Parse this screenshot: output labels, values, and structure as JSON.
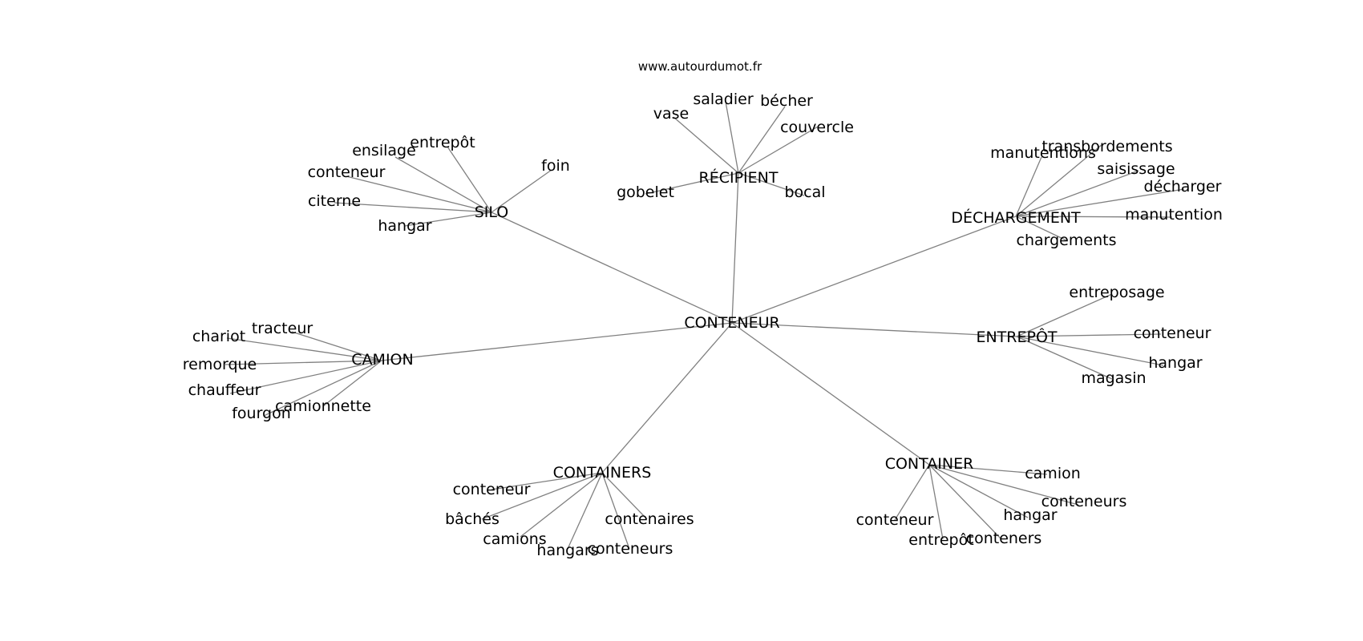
{
  "source": "www.autourdumot.fr",
  "colors": {
    "edge": "#808080",
    "text": "#000000",
    "background": "#ffffff"
  },
  "center": "CONTENEUR",
  "hubs": [
    {
      "id": "recipient",
      "label": "RÉCIPIENT",
      "leaves": [
        "vase",
        "saladier",
        "bécher",
        "couvercle",
        "gobelet",
        "bocal"
      ]
    },
    {
      "id": "silo",
      "label": "SILO",
      "leaves": [
        "ensilage",
        "entrepôt",
        "foin",
        "conteneur",
        "citerne",
        "hangar"
      ]
    },
    {
      "id": "dechargement",
      "label": "DÉCHARGEMENT",
      "leaves": [
        "manutentions",
        "transbordements",
        "saisissage",
        "décharger",
        "manutention",
        "chargements"
      ]
    },
    {
      "id": "camion",
      "label": "CAMION",
      "leaves": [
        "tracteur",
        "chariot",
        "remorque",
        "chauffeur",
        "camionnette",
        "fourgon"
      ]
    },
    {
      "id": "entrepot",
      "label": "ENTREPÔT",
      "leaves": [
        "entreposage",
        "conteneur",
        "hangar",
        "magasin"
      ]
    },
    {
      "id": "containers",
      "label": "CONTAINERS",
      "leaves": [
        "conteneur",
        "bâchés",
        "camions",
        "hangars",
        "conteneurs",
        "contenaires"
      ]
    },
    {
      "id": "container",
      "label": "CONTAINER",
      "leaves": [
        "camion",
        "conteneurs",
        "hangar",
        "conteners",
        "entrepôt",
        "conteneur"
      ]
    }
  ]
}
